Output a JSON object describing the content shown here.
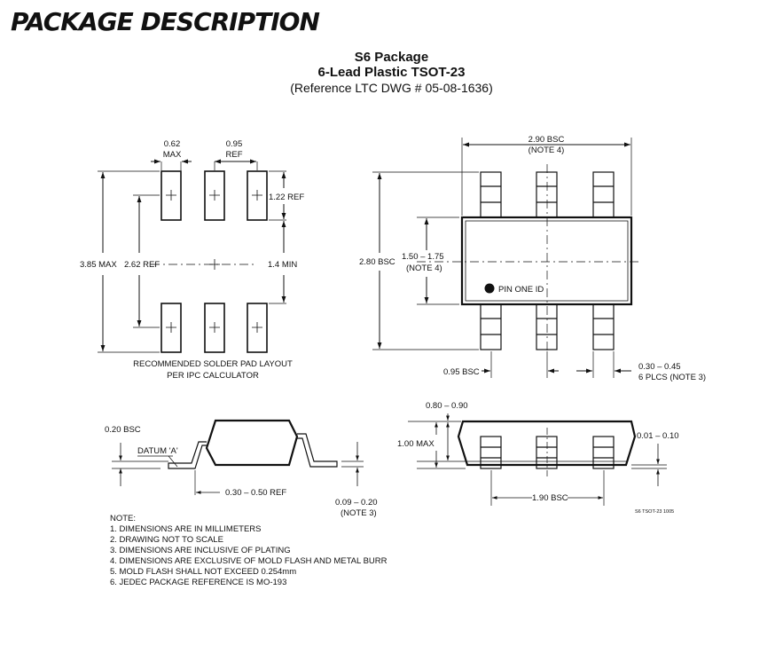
{
  "header": "PACKAGE DESCRIPTION",
  "title": {
    "line1": "S6 Package",
    "line2": "6-Lead Plastic TSOT-23",
    "line3": "(Reference LTC DWG # 05-08-1636)"
  },
  "pad_layout": {
    "dim_062_a": "0.62",
    "dim_062_b": "MAX",
    "dim_095_a": "0.95",
    "dim_095_b": "REF",
    "dim_122": "1.22 REF",
    "dim_385": "3.85 MAX",
    "dim_262": "2.62 REF",
    "dim_14": "1.4 MIN",
    "caption_1": "RECOMMENDED SOLDER PAD LAYOUT",
    "caption_2": "PER IPC CALCULATOR"
  },
  "top_view": {
    "dim_290_a": "2.90 BSC",
    "dim_290_b": "(NOTE 4)",
    "dim_280": "2.80 BSC",
    "dim_150_a": "1.50 – 1.75",
    "dim_150_b": "(NOTE 4)",
    "pin_one": "PIN ONE ID",
    "dim_095bsc": "0.95 BSC",
    "dim_030_a": "0.30 – 0.45",
    "dim_030_b": "6 PLCS (NOTE 3)"
  },
  "side_view": {
    "dim_020": "0.20 BSC",
    "datum": "DATUM 'A'",
    "dim_030_050": "0.30 – 0.50 REF",
    "dim_009_a": "0.09 – 0.20",
    "dim_009_b": "(NOTE 3)"
  },
  "end_view": {
    "dim_080": "0.80 – 0.90",
    "dim_100": "1.00 MAX",
    "dim_001": "0.01 – 0.10",
    "dim_190": "1.90 BSC",
    "code": "S6 TSOT-23 1005"
  },
  "notes": [
    "NOTE:",
    "1. DIMENSIONS ARE IN MILLIMETERS",
    "2. DRAWING NOT TO SCALE",
    "3. DIMENSIONS ARE INCLUSIVE OF PLATING",
    "4. DIMENSIONS ARE EXCLUSIVE OF MOLD FLASH AND METAL BURR",
    "5. MOLD FLASH SHALL NOT EXCEED 0.254mm",
    "6. JEDEC PACKAGE REFERENCE IS MO-193"
  ]
}
